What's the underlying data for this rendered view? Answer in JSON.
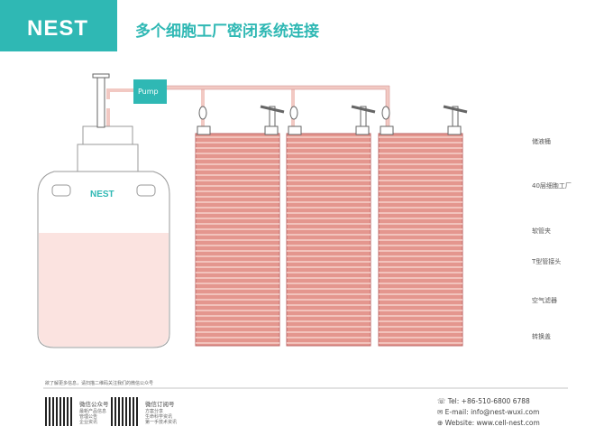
{
  "header": {
    "logo": "NEST",
    "title": "多个细胞工厂密闭系统连接"
  },
  "diagram": {
    "pump_label": "Pump",
    "bottle_logo": "NEST",
    "colors": {
      "teal": "#2fb8b4",
      "liquid": "#fbe3e0",
      "factory": "#e4968e",
      "tube": "#f2c9c3"
    }
  },
  "legend": [
    "储液桶",
    "40层细胞工厂",
    "软管夹",
    "T型管接头",
    "空气滤器",
    "转换盖"
  ],
  "footer": {
    "note": "欲了解更多信息，请扫描二维码关注我们的微信公众号",
    "qr1": {
      "title": "微信公众号",
      "lines": [
        "最新产品信息",
        "管理公告",
        "企业资讯"
      ]
    },
    "qr2": {
      "title": "微信订阅号",
      "lines": [
        "方案分享",
        "生命科学资讯",
        "第一手技术资讯"
      ]
    },
    "tel": "Tel: +86-510-6800 6788",
    "email": "E-mail: info@nest-wuxi.com",
    "website": "Website: www.cell-nest.com"
  }
}
